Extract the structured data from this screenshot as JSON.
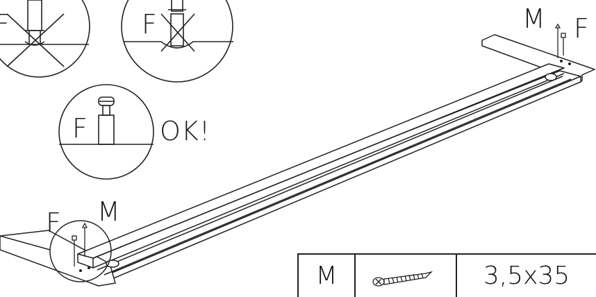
{
  "detail_labels": {
    "top_left_detail": "F",
    "top_middle_detail": "F",
    "ok_detail": "F",
    "ok_text": "OK!"
  },
  "callouts": {
    "right_m": "M",
    "right_f": "F",
    "left_f": "F",
    "left_m": "M"
  },
  "parts_table": {
    "part_letter": "M",
    "part_icon": "screw-icon",
    "part_size": "3,5x35"
  }
}
